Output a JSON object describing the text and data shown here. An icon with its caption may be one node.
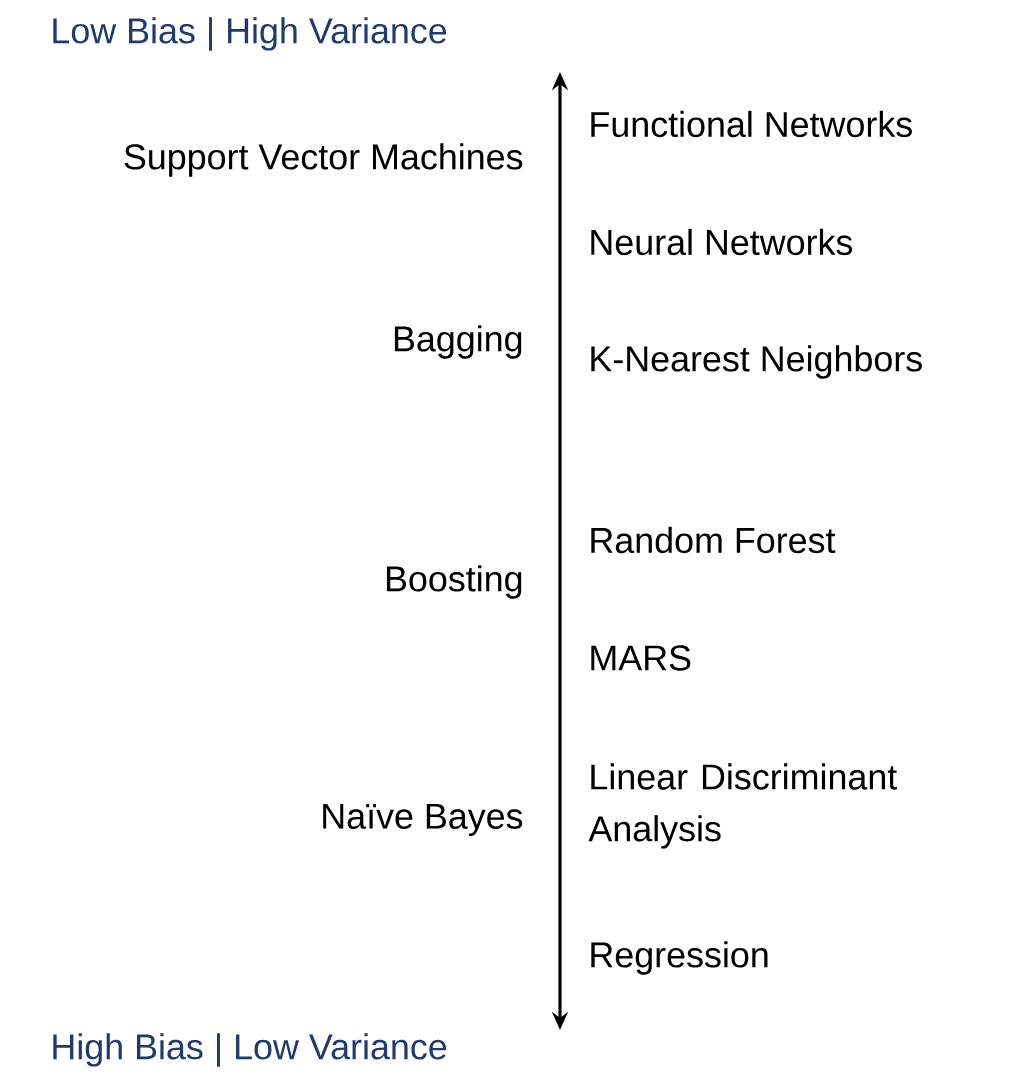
{
  "diagram": {
    "labels": [
      "Low Bias | High Variance",
      "Functional Networks",
      "Support Vector Machines",
      "Neural Networks",
      "Bagging",
      "K-Nearest Neighbors",
      "Random Forest",
      "Boosting",
      "MARS",
      "Linear Discriminant Analysis",
      "Naïve Bayes",
      "Regression",
      "High Bias | Low Variance"
    ]
  }
}
